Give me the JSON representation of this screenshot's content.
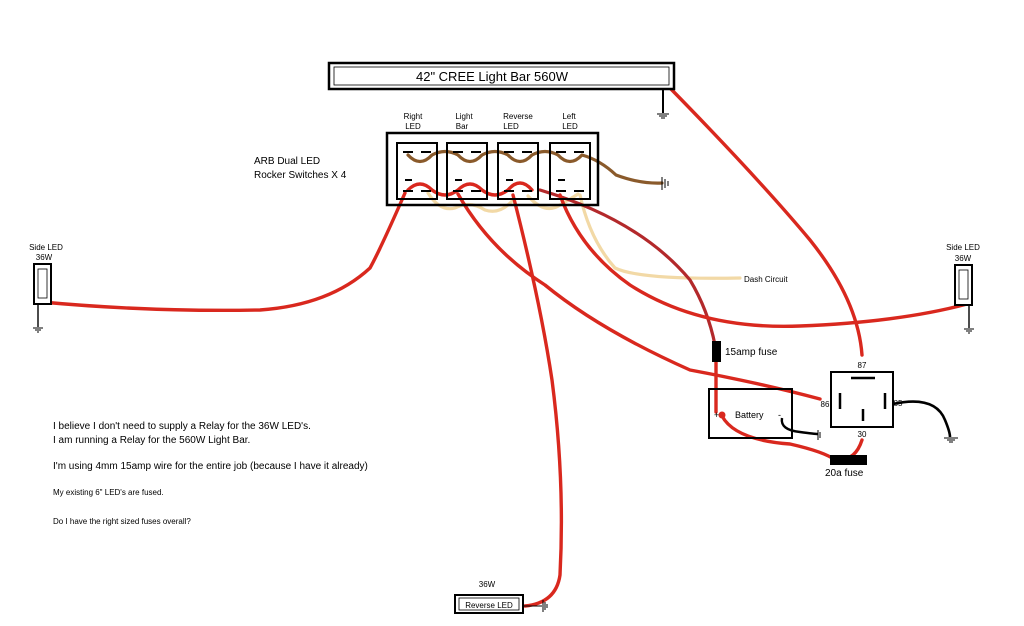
{
  "light_bar": {
    "label": "42\" CREE Light Bar 560W"
  },
  "switches": {
    "label_line1": "ARB Dual LED",
    "label_line2": "Rocker Switches X 4",
    "items": [
      {
        "line1": "Right",
        "line2": "LED"
      },
      {
        "line1": "Light",
        "line2": "Bar"
      },
      {
        "line1": "Reverse",
        "line2": "LED"
      },
      {
        "line1": "Left",
        "line2": "LED"
      }
    ]
  },
  "side_led_left": {
    "line1": "Side LED",
    "line2": "36W"
  },
  "side_led_right": {
    "line1": "Side LED",
    "line2": "36W"
  },
  "dash_circuit": "Dash Circuit",
  "fuse_15": "15amp fuse",
  "fuse_20": "20a fuse",
  "battery": {
    "label": "Battery",
    "plus": "+",
    "minus": "-"
  },
  "relay": {
    "pin87": "87",
    "pin86": "86",
    "pin85": "85",
    "pin30": "30"
  },
  "reverse_led": {
    "wattage": "36W",
    "label": "Reverse LED"
  },
  "notes": [
    "I believe I don't need to supply a Relay for the 36W LED's.",
    "I am running a Relay for the 560W Light Bar.",
    "I'm using 4mm 15amp wire for the entire job (because I have it already)",
    "My existing 6\" LED's are fused.",
    "Do I have the right sized fuses overall?"
  ],
  "colors": {
    "wire_red": "#d9281e",
    "wire_dark_red": "#b3292b",
    "wire_brown": "#8a5a2b",
    "wire_cream": "#f2d9a6"
  }
}
